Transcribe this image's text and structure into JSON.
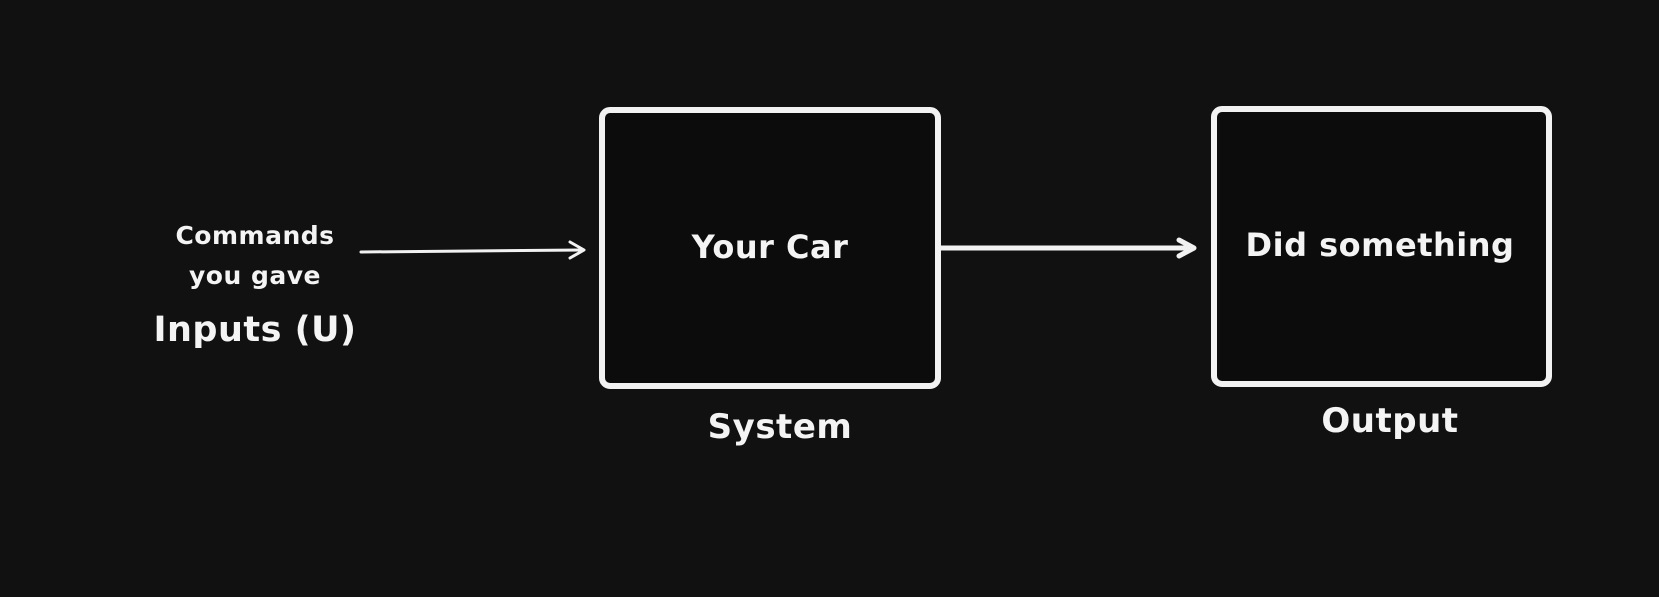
{
  "diagram": {
    "input": {
      "note_line1": "Commands",
      "note_line2": "you gave",
      "label": "Inputs (U)"
    },
    "system": {
      "inner_text": "Your Car",
      "label": "System"
    },
    "output": {
      "inner_text": "Did something",
      "label": "Output"
    },
    "colors": {
      "background": "#111111",
      "stroke": "#f2f2f2"
    }
  }
}
